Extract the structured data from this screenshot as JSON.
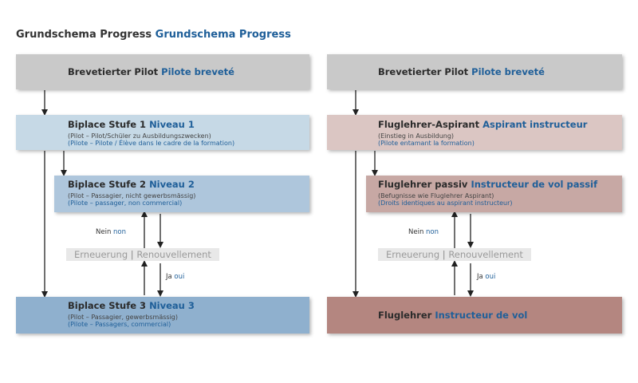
{
  "title": {
    "de": "Grundschema Progress",
    "fr": "Grundschema Progress"
  },
  "colors": {
    "accent_blue": "#1f5f99",
    "gray_box": "#c9c9c9",
    "blue_light": "#c6d9e6",
    "blue_mid": "#aec6dc",
    "blue_dark": "#8fb0ce",
    "rose_light": "#dbc6c3",
    "rose_mid": "#c7a8a4",
    "rose_dark": "#b48680"
  },
  "left": {
    "top": {
      "de": "Brevetierter Pilot",
      "fr": "Pilote breveté"
    },
    "level1": {
      "de": "Biplace Stufe 1",
      "fr": "Niveau 1",
      "sub_de": "(Pilot – Pilot/Schüler zu Ausbildungszwecken)",
      "sub_fr": "(Pilote – Pilote / Élève dans le cadre de la formation)"
    },
    "level2": {
      "de": "Biplace Stufe 2",
      "fr": "Niveau 2",
      "sub_de": "(Pilot – Passagier, nicht gewerbsmässig)",
      "sub_fr": "(Pilote – passager, non commercial)"
    },
    "level3": {
      "de": "Biplace Stufe 3",
      "fr": "Niveau 3",
      "sub_de": "(Pilot – Passagier, gewerbsmässig)",
      "sub_fr": "(Pilote – Passagers, commercial)"
    },
    "renewal": {
      "de": "Erneuerung",
      "fr": "Renouvellement"
    },
    "no": {
      "de": "Nein",
      "fr": "non"
    },
    "yes": {
      "de": "Ja",
      "fr": "oui"
    }
  },
  "right": {
    "top": {
      "de": "Brevetierter Pilot",
      "fr": "Pilote breveté"
    },
    "level1": {
      "de": "Fluglehrer-Aspirant",
      "fr": "Aspirant instructeur",
      "sub_de": "(Einstieg in Ausbildung)",
      "sub_fr": "(Pilote entamant la formation)"
    },
    "level2": {
      "de": "Fluglehrer passiv",
      "fr": "Instructeur de vol passif",
      "sub_de": "(Befugnisse wie Fluglehrer Aspirant)",
      "sub_fr": "(Droits identiques au aspirant instructeur)"
    },
    "level3": {
      "de": "Fluglehrer",
      "fr": "Instructeur de vol"
    },
    "renewal": {
      "de": "Erneuerung",
      "fr": "Renouvellement"
    },
    "no": {
      "de": "Nein",
      "fr": "non"
    },
    "yes": {
      "de": "Ja",
      "fr": "oui"
    }
  }
}
